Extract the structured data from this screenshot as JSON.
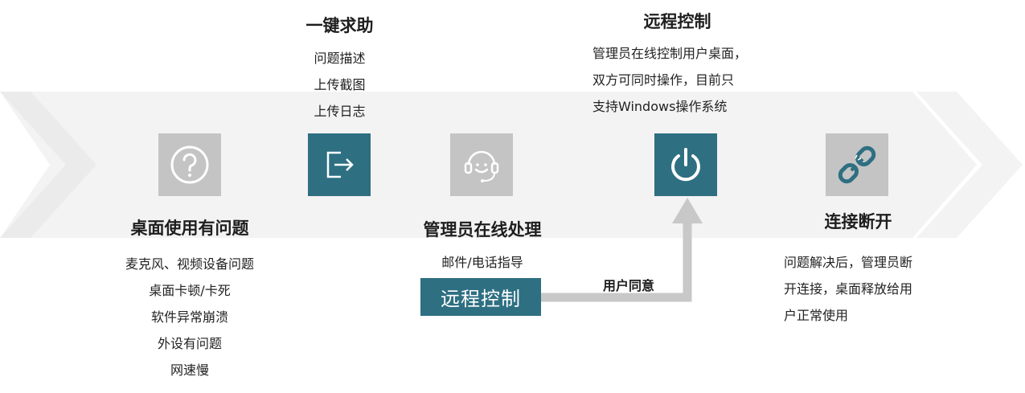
{
  "steps": [
    {
      "title": "桌面使用有问题",
      "icon": "question-icon",
      "lines": [
        "麦克风、视频设备问题",
        "桌面卡顿/卡死",
        "软件异常崩溃",
        "外设有问题",
        "网速慢"
      ]
    },
    {
      "title": "一键求助",
      "icon": "exit-arrow-icon",
      "lines": [
        "问题描述",
        "上传截图",
        "上传日志"
      ]
    },
    {
      "title": "管理员在线处理",
      "icon": "headset-icon",
      "lines": [
        "邮件/电话指导"
      ],
      "button_label": "远程控制"
    },
    {
      "title": "远程控制",
      "icon": "power-icon",
      "lines": [
        "管理员在线控制用户桌面，",
        "双方可同时操作，目前只",
        "支持Windows操作系统"
      ]
    },
    {
      "title": "连接断开",
      "icon": "broken-link-icon",
      "lines": [
        "问题解决后，管理员断",
        "开连接，桌面释放给用",
        "户正常使用"
      ]
    }
  ],
  "connector": {
    "label": "用户同意"
  },
  "colors": {
    "teal": "#2e6f82",
    "gray_box": "#c4c4c4",
    "chevron": "#f2f2f2",
    "arrow": "#c8c8c8"
  }
}
